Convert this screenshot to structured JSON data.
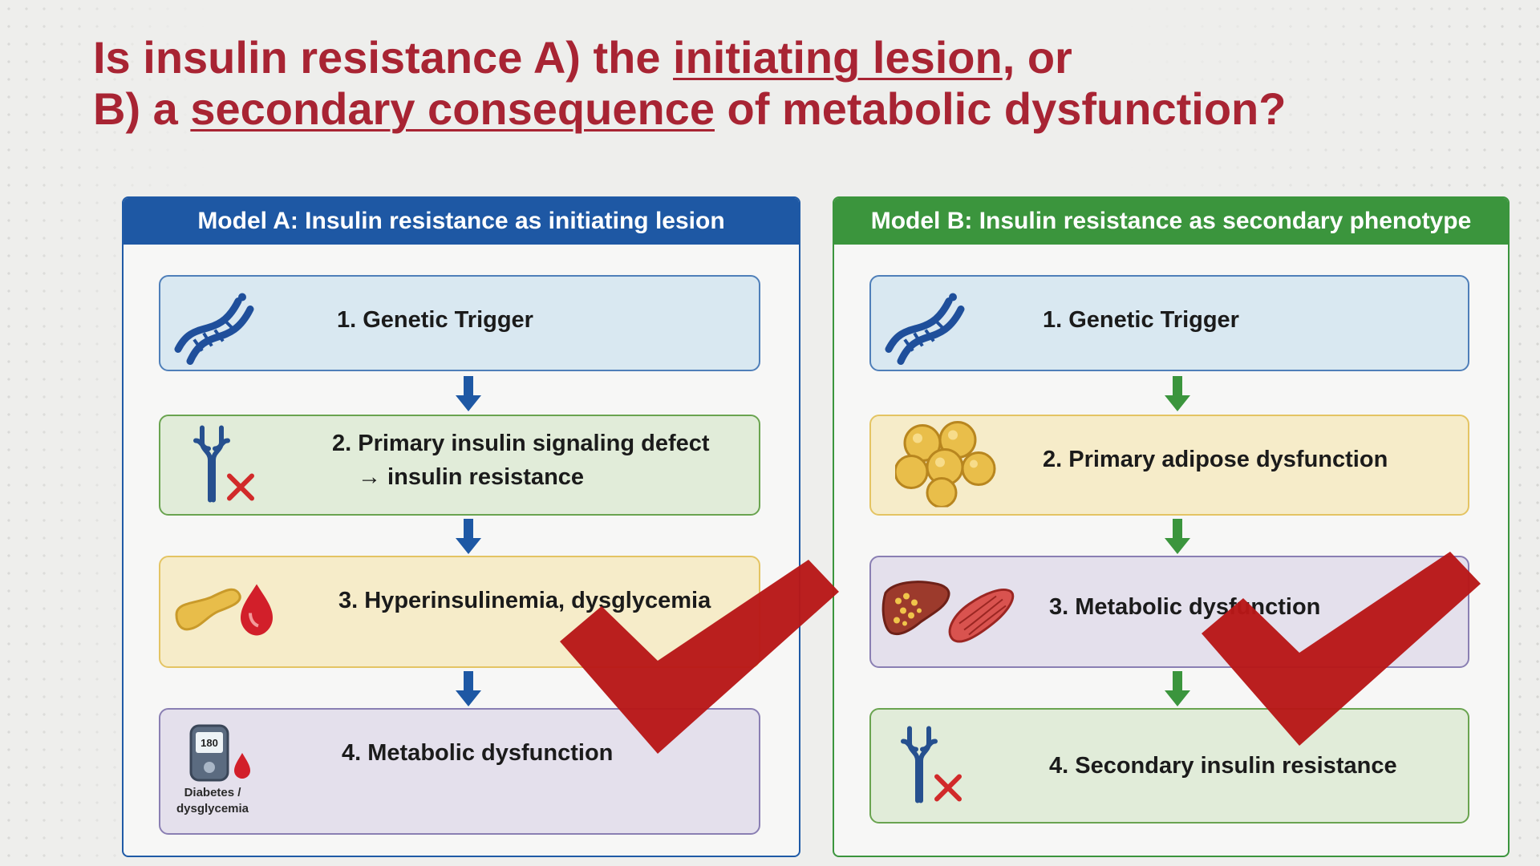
{
  "title": {
    "line1_pre": "Is insulin resistance A) the ",
    "line1_u": "initiating lesion",
    "line1_post": ", or",
    "line2_pre": "B) a ",
    "line2_u": "secondary consequence",
    "line2_post": " of metabolic dysfunction?"
  },
  "model_a": {
    "header": "Model A: Insulin resistance as initiating lesion",
    "steps": [
      {
        "label": "1. Genetic Trigger",
        "icon": "dna-icon"
      },
      {
        "label": "2. Primary insulin signaling defect",
        "label2": "→ insulin resistance",
        "icon": "insulin-receptor-blocked-icon"
      },
      {
        "label": "3. Hyperinsulinemia, dysglycemia",
        "icon": "pancreas-blood-drop-icon"
      },
      {
        "label": "4. Metabolic dysfunction",
        "icon": "glucose-meter-icon",
        "meter_value": "180",
        "caption": "Diabetes / dysglycemia"
      }
    ]
  },
  "model_b": {
    "header": "Model B: Insulin resistance as secondary phenotype",
    "steps": [
      {
        "label": "1. Genetic Trigger",
        "icon": "dna-icon"
      },
      {
        "label": "2. Primary adipose dysfunction",
        "icon": "adipocytes-icon"
      },
      {
        "label": "3. Metabolic dysfunction",
        "icon": "liver-muscle-icon"
      },
      {
        "label": "4. Secondary insulin resistance",
        "icon": "insulin-receptor-blocked-icon"
      }
    ]
  },
  "colors": {
    "title": "#a82433",
    "model_a": "#1e58a4",
    "model_b": "#3b953d",
    "checkmark": "#b81818"
  }
}
